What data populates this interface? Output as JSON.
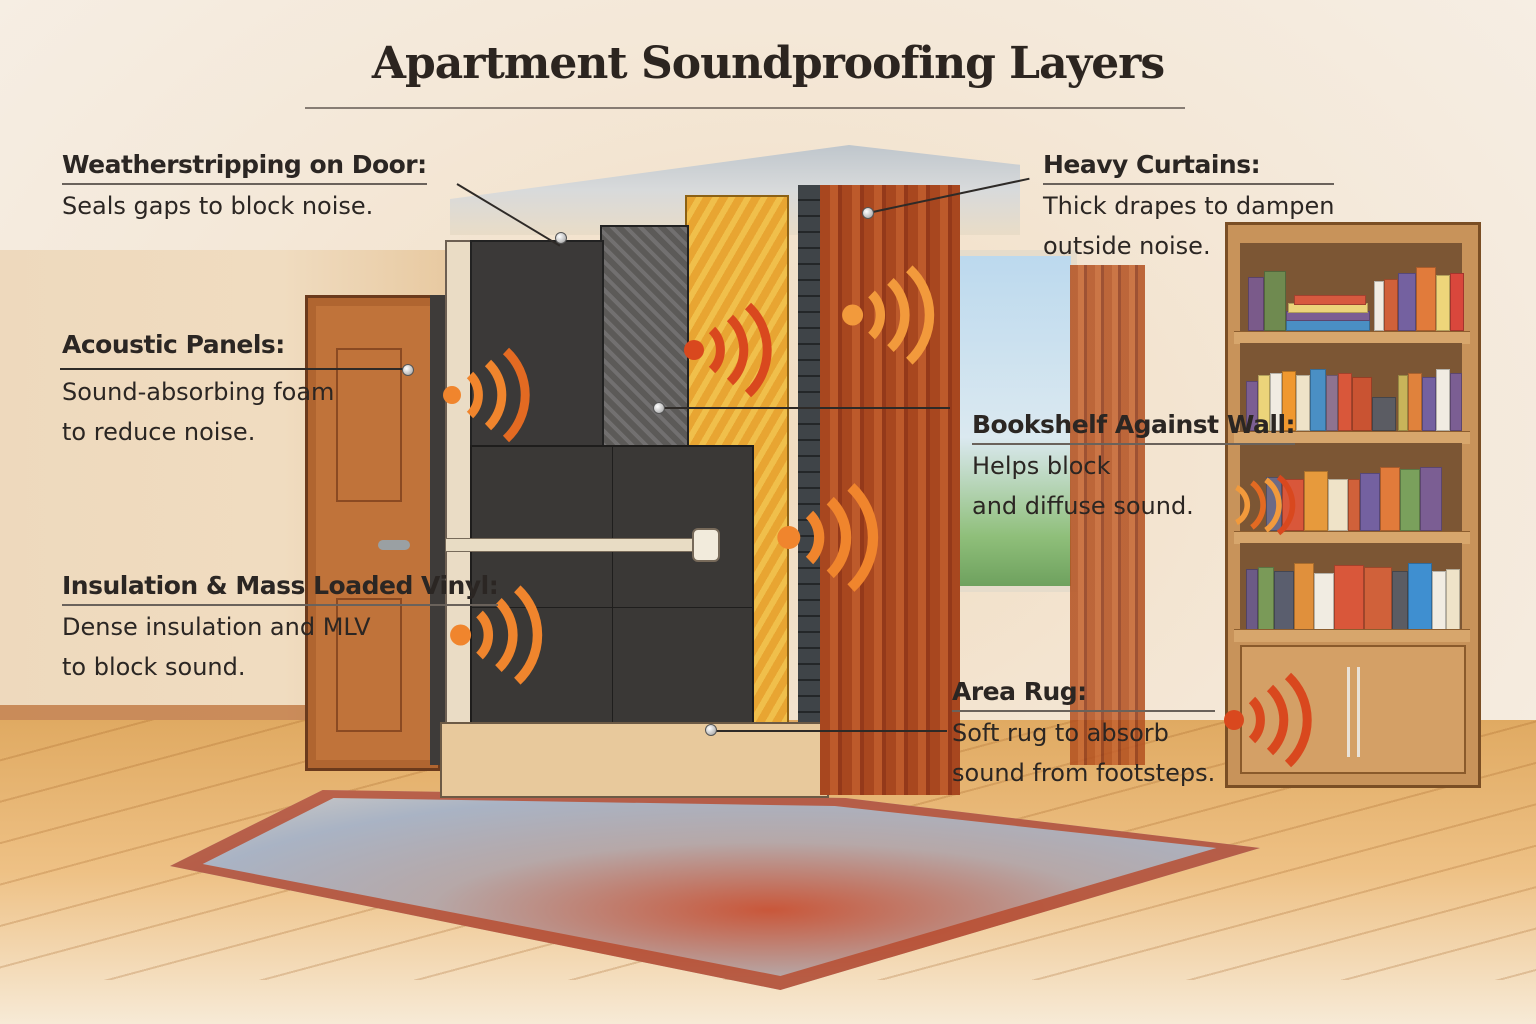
{
  "title": "Apartment Soundproofing Layers",
  "callouts": {
    "weatherstripping": {
      "heading": "Weatherstripping on Door:",
      "description": "Seals gaps to block noise."
    },
    "acoustic_panels": {
      "heading": "Acoustic Panels:",
      "description_line1": "Sound-absorbing foam",
      "description_line2": "to reduce noise."
    },
    "insulation_mlv": {
      "heading": "Insulation & Mass Loaded Vinyl:",
      "description_line1": "Dense insulation and MLV",
      "description_line2": "to block sound."
    },
    "heavy_curtains": {
      "heading": "Heavy Curtains:",
      "description_line1": "Thick drapes to dampen",
      "description_line2": "outside noise."
    },
    "bookshelf": {
      "heading": "Bookshelf Against Wall:",
      "description_line1": "Helps block",
      "description_line2": "and diffuse sound."
    },
    "area_rug": {
      "heading": "Area Rug:",
      "description_line1": "Soft rug to absorb",
      "description_line2": "sound from footsteps."
    }
  },
  "colors": {
    "background": "#f3e9dc",
    "text": "#2b2623",
    "sound_wave_orange": "#f0852d",
    "sound_wave_red": "#d9481e",
    "insulation_yellow": "#e8a532",
    "curtain_rust": "#a8471f",
    "panel_dark": "#3b3938"
  },
  "icons": {
    "sound_wave": "sound-wave-icon",
    "leader_dot": "pin-dot-icon"
  }
}
